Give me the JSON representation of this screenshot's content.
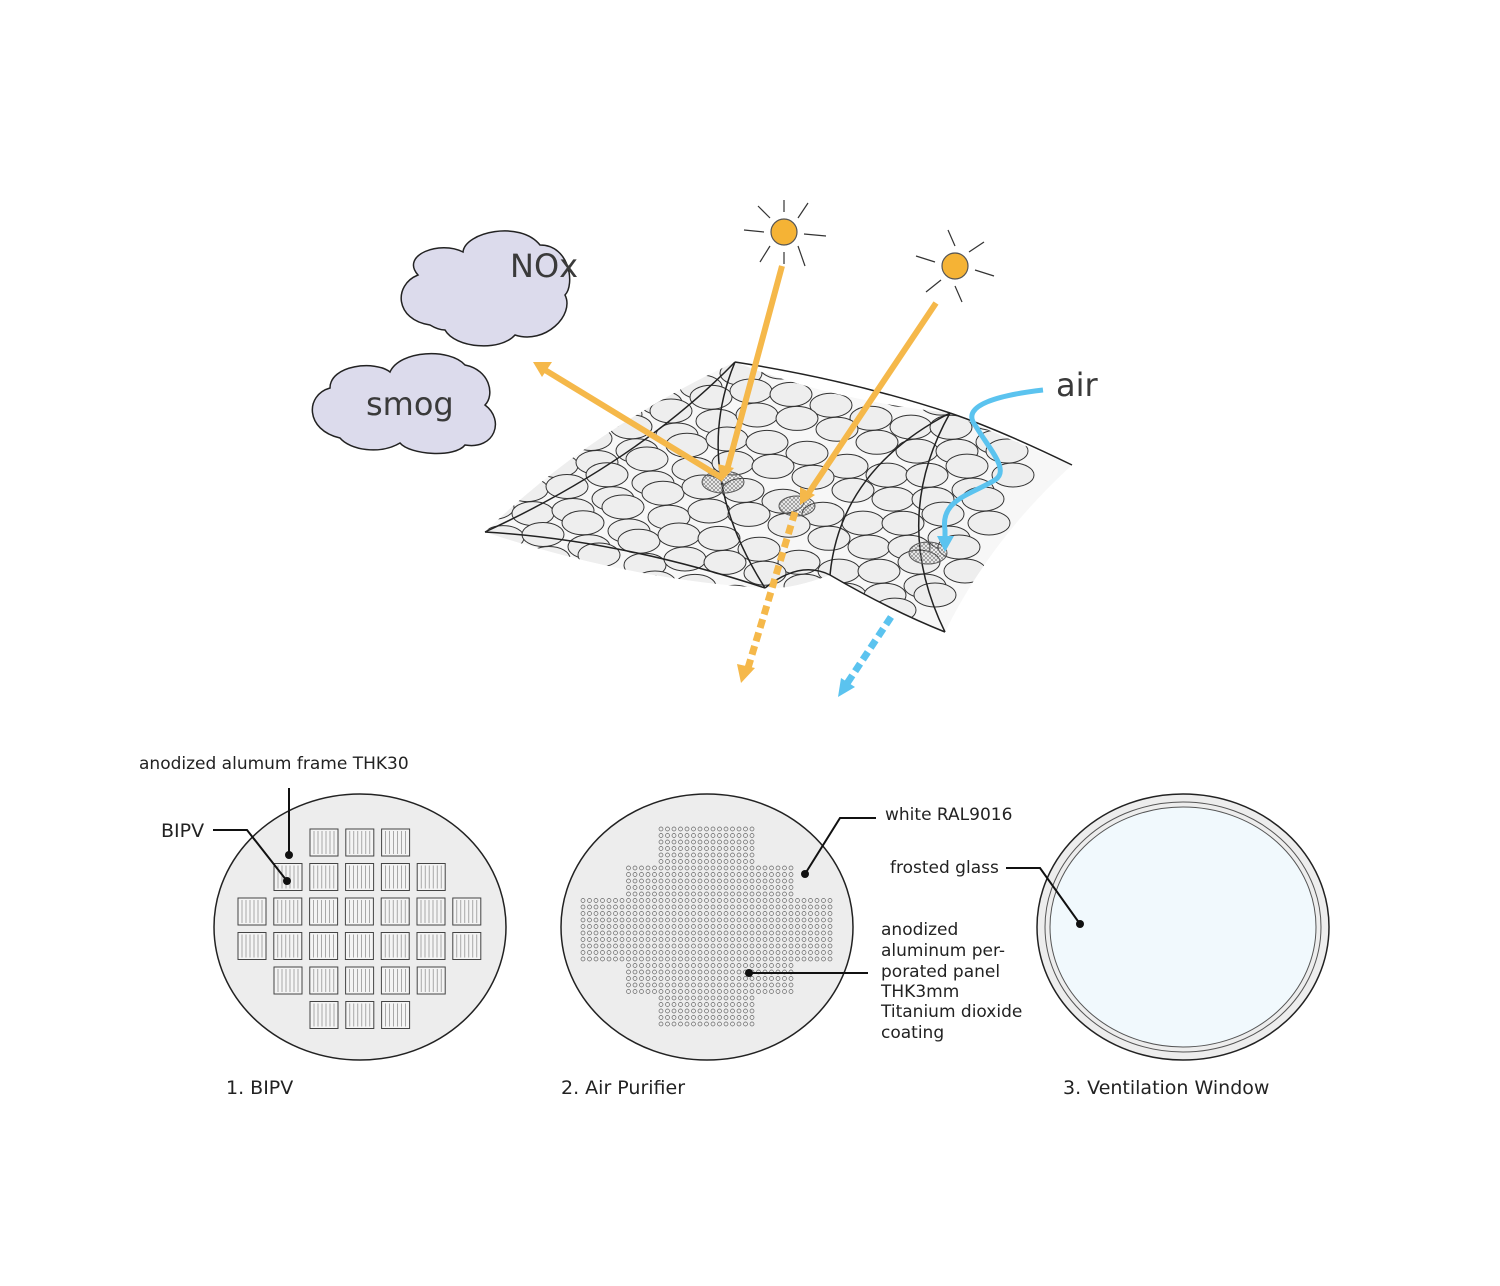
{
  "clouds": {
    "nox_label": "NOx",
    "smog_label": "smog"
  },
  "air_label": "air",
  "callouts": {
    "frame": "anodized alumum frame THK30",
    "bipv": "BIPV",
    "white": "white RAL9016",
    "panel_lines": [
      "anodized",
      "aluminum per-",
      "porated panel",
      "THK3mm",
      "Titanium dioxide",
      "coating"
    ],
    "frosted": "frosted glass"
  },
  "captions": {
    "bipv": "1. BIPV",
    "purifier": "2. Air Purifier",
    "window": "3. Ventilation Window"
  },
  "colors": {
    "sun": "#f5b335",
    "sunlight_arrow": "#f5b84a",
    "air_arrow": "#5bc3ef",
    "cloud_fill": "#dcdbec",
    "panel_fill": "#ededed",
    "glass_fill": "#f1f9fd",
    "outline": "#222222"
  }
}
